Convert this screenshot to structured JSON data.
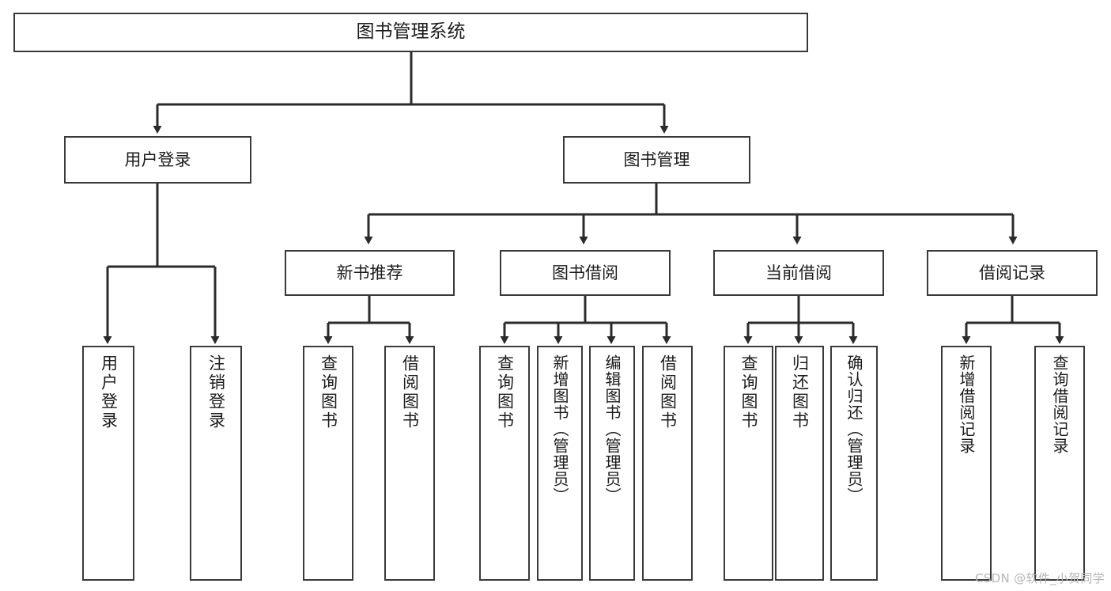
{
  "diagram": {
    "title": "图书管理系统",
    "type": "tree-hierarchy-functional-structure",
    "watermark": "CSDN @软件_小贺同学",
    "colors": {
      "background": "#ffffff",
      "box_border": "#3a3a3a",
      "box_fill": "#ffffff",
      "connector": "#2b2b2b",
      "text": "#1c1c1c",
      "watermark": "#b6b6b6"
    },
    "root": {
      "label": "图书管理系统"
    },
    "level1": [
      {
        "label": "用户登录"
      },
      {
        "label": "图书管理"
      }
    ],
    "level2": [
      {
        "label": "新书推荐"
      },
      {
        "label": "图书借阅"
      },
      {
        "label": "当前借阅"
      },
      {
        "label": "借阅记录"
      }
    ],
    "leaves_user_login": [
      {
        "label": "用户登录"
      },
      {
        "label": "注销登录"
      }
    ],
    "leaves_new_book": [
      {
        "label": "查询图书"
      },
      {
        "label": "借阅图书"
      }
    ],
    "leaves_borrow": [
      {
        "label": "查询图书"
      },
      {
        "label": "新增图书（管理员）"
      },
      {
        "label": "编辑图书（管理员）"
      },
      {
        "label": "借阅图书"
      }
    ],
    "leaves_current": [
      {
        "label": "查询图书"
      },
      {
        "label": "归还图书"
      },
      {
        "label": "确认归还（管理员）"
      }
    ],
    "leaves_records": [
      {
        "label": "新增借阅记录"
      },
      {
        "label": "查询借阅记录"
      }
    ]
  }
}
